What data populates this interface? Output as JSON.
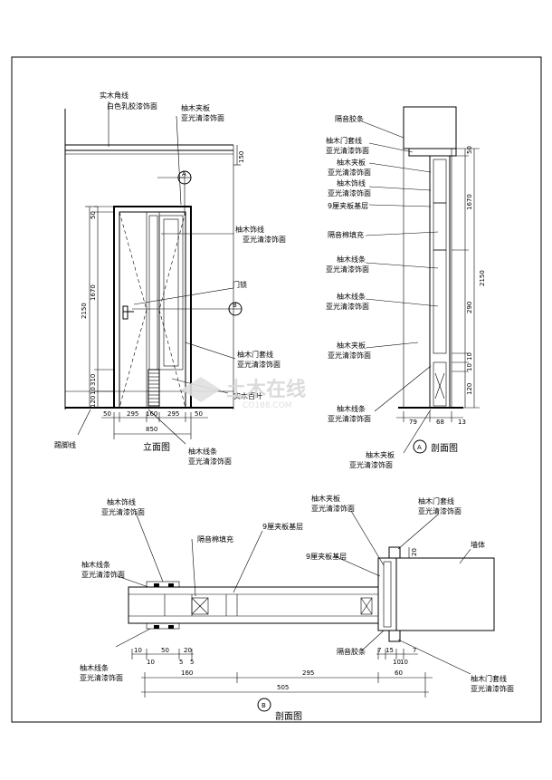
{
  "elevation": {
    "title": "立面图",
    "labels": {
      "corner_line": "实木角线",
      "corner_line_finish": "白色乳胶漆饰面",
      "veneer_panel": "柚木夹板",
      "veneer_finish": "亚光清漆饰面",
      "trim_line": "柚木饰线",
      "trim_finish": "亚光清漆饰面",
      "door_lock": "门锁",
      "casing_line": "柚木门套线",
      "casing_finish": "亚光清漆饰面",
      "louver": "实木百叶",
      "strip": "柚木线条",
      "strip_finish": "亚光清漆饰面",
      "skirting": "踢脚线"
    },
    "dims_vertical": [
      "150",
      "50",
      "1670",
      "2150",
      "310",
      "10",
      "120"
    ],
    "dims_horizontal": [
      "50",
      "295",
      "160",
      "295",
      "50"
    ],
    "dim_total": "850",
    "marker_a": "A",
    "marker_b": "B"
  },
  "section_a": {
    "title": "剖面图",
    "marker": "A",
    "labels": {
      "gasket_top": "隔音胶条",
      "casing": "柚木门套线",
      "casing_finish": "亚光清漆饰面",
      "panel": "柚木夹板",
      "panel_finish": "亚光清漆饰面",
      "trim": "柚木饰线",
      "trim_finish": "亚光清漆饰面",
      "base_9": "9厘夹板基层",
      "fill": "隔音棉填充",
      "strip": "柚木线条",
      "strip_finish": "亚光清漆饰面",
      "strip2": "柚木线条",
      "strip2_finish": "亚光清漆饰面",
      "panel2": "柚木夹板",
      "panel2_finish": "亚光清漆饰面",
      "strip3": "柚木线条",
      "strip3_finish": "亚光清漆饰面",
      "panel3": "柚木夹板",
      "panel3_finish": "亚光清漆饰面"
    },
    "dims_vertical": [
      "50",
      "1670",
      "2150",
      "290",
      "10",
      "10",
      "120"
    ],
    "dims_horizontal": [
      "79",
      "68",
      "13"
    ]
  },
  "section_b": {
    "title": "剖面图",
    "marker": "B",
    "labels": {
      "trim": "柚木饰线",
      "trim_finish": "亚光清漆饰面",
      "fill": "隔音棉填充",
      "base_9": "9厘夹板基层",
      "base_9b": "9厘夹板基层",
      "panel": "柚木夹板",
      "panel_finish": "亚光清漆饰面",
      "casing": "柚木门套线",
      "casing_finish": "亚光清漆饰面",
      "wall": "墙体",
      "strip": "柚木线条",
      "strip_finish": "亚光清漆饰面",
      "strip2": "柚木线条",
      "strip2_finish": "亚光清漆饰面",
      "gasket": "隔音胶条",
      "casing2": "柚木门套线",
      "casing2_finish": "亚光清漆饰面"
    },
    "dims_small": [
      "10",
      "50",
      "20",
      "10",
      "5",
      "5"
    ],
    "dims_right_small": [
      "7",
      "15",
      "7",
      "10",
      "10"
    ],
    "dim_20": "20",
    "dims_main": [
      "160",
      "295",
      "60"
    ],
    "dim_total": "505"
  },
  "watermark": {
    "cn": "土木在线",
    "en": "CO188.COM"
  }
}
